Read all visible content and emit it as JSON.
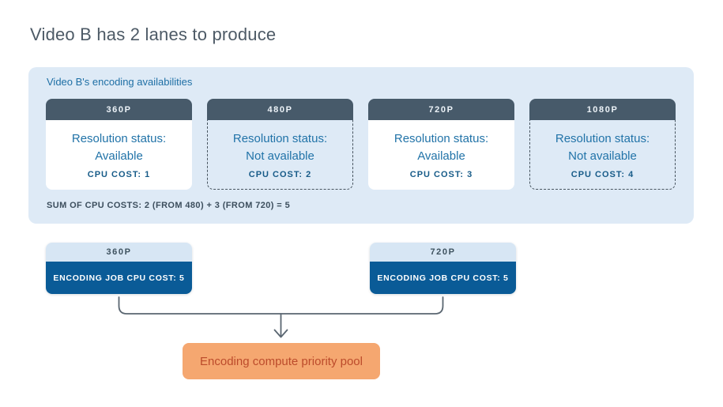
{
  "title": "Video B has 2 lanes to produce",
  "panel": {
    "title": "Video B's encoding availabilities",
    "cards": [
      {
        "resolution": "360P",
        "status_label": "Resolution status:",
        "status": "Available",
        "cpu_cost": "CPU COST: 1",
        "available": true
      },
      {
        "resolution": "480P",
        "status_label": "Resolution status:",
        "status": "Not available",
        "cpu_cost": "CPU COST: 2",
        "available": false
      },
      {
        "resolution": "720P",
        "status_label": "Resolution status:",
        "status": "Available",
        "cpu_cost": "CPU COST: 3",
        "available": true
      },
      {
        "resolution": "1080P",
        "status_label": "Resolution status:",
        "status": "Not available",
        "cpu_cost": "CPU COST: 4",
        "available": false
      }
    ],
    "sum_line": "SUM OF CPU COSTS: 2 (FROM 480) + 3 (FROM 720) = 5"
  },
  "jobs": [
    {
      "resolution": "360P",
      "label": "ENCODING JOB CPU COST: 5"
    },
    {
      "resolution": "720P",
      "label": "ENCODING JOB CPU COST: 5"
    }
  ],
  "pool": {
    "label": "Encoding compute priority pool"
  },
  "colors": {
    "panel_bg": "#deeaf6",
    "card_header_bg": "#475a6a",
    "status_text": "#2173a8",
    "cpu_text": "#175b88",
    "dashed_border": "#47545f",
    "sum_text": "#3c4e5d",
    "job_header_bg": "#d7e6f4",
    "job_body_bg": "#0a5b97",
    "connector": "#5a6671",
    "pool_bg": "#f5a770",
    "pool_text": "#bc4b2b",
    "title_text": "#4d5a66"
  }
}
